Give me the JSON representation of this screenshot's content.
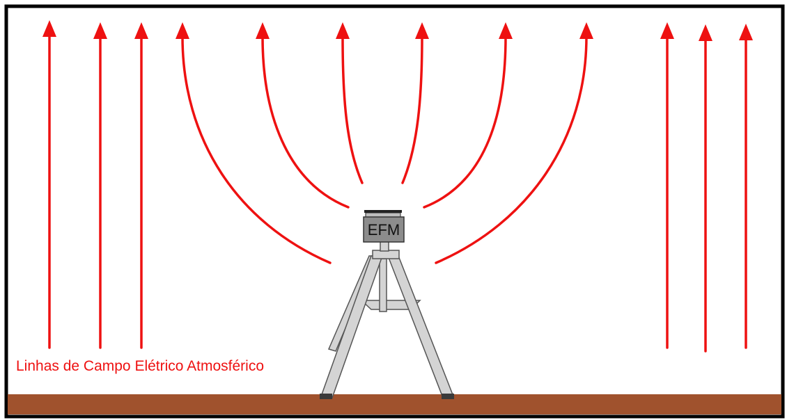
{
  "diagram": {
    "caption": "Linhas de Campo Elétrico Atmosférico",
    "device_label": "EFM",
    "colors": {
      "field_lines": "#ee1111",
      "ground": "#a0522d",
      "device_body": "#8c8c8c",
      "tripod": "#d4d4d4",
      "frame": "#000000"
    },
    "icons": {
      "field_line_arrow": "arrow-up-icon",
      "ground": "ground-strip",
      "device": "electric-field-mill",
      "stand": "tripod"
    }
  }
}
